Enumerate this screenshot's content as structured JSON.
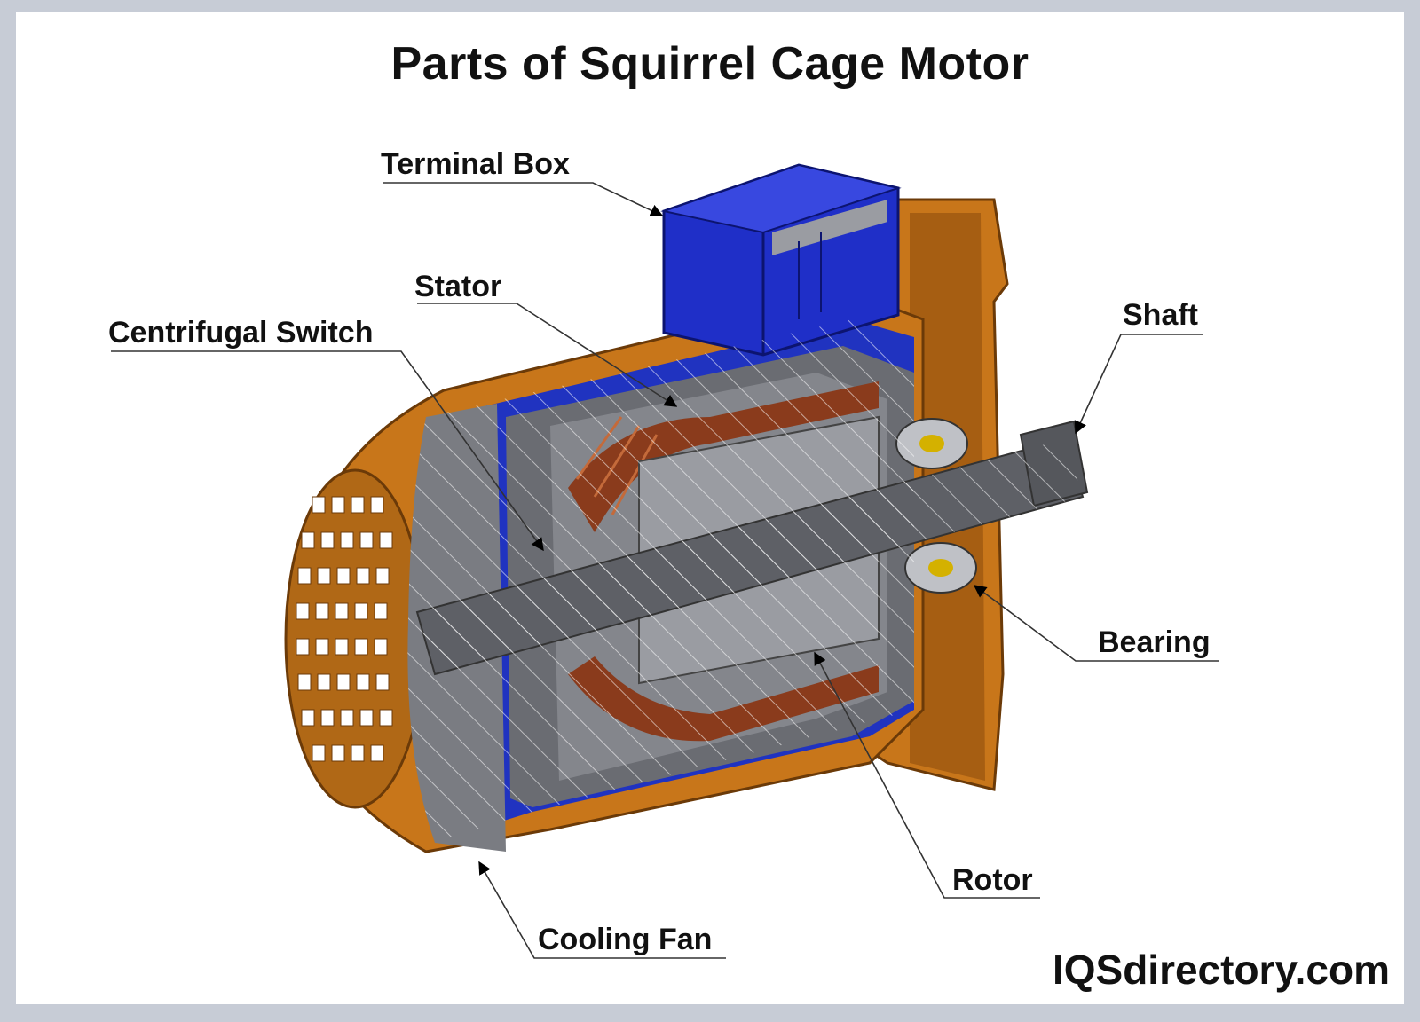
{
  "title": "Parts of Squirrel Cage Motor",
  "labels": {
    "terminal_box": "Terminal Box",
    "stator": "Stator",
    "centrifugal_switch": "Centrifugal Switch",
    "shaft": "Shaft",
    "bearing": "Bearing",
    "rotor": "Rotor",
    "cooling_fan": "Cooling Fan"
  },
  "brand": "IQSdirectory.com",
  "colors": {
    "frame_bg": "#c7ccd6",
    "housing": "#c8761a",
    "terminal_box": "#1f2fc8",
    "section_gray": "#5e6066",
    "copper": "#8a3b1c"
  }
}
